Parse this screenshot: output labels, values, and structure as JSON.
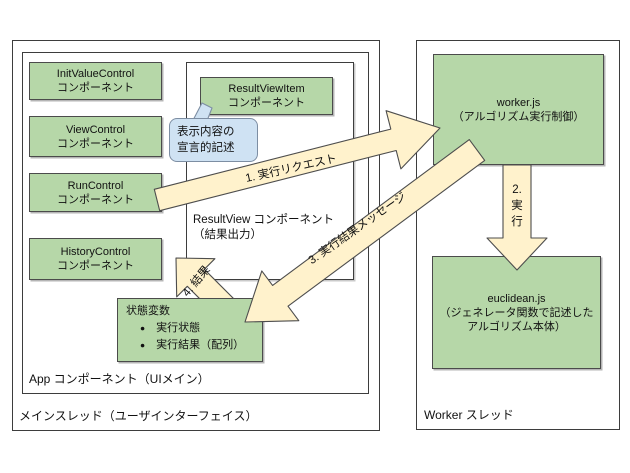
{
  "colors": {
    "box_green": "#b6d7a8",
    "arrow_yellow": "#fff2cc",
    "callout_blue": "#cfe2f3",
    "border_dark": "#3d3d3d"
  },
  "main_thread": {
    "label": "メインスレッド（ユーザインターフェイス）",
    "app": {
      "label": "App コンポーネント（UIメイン）",
      "components": [
        {
          "line1": "InitValueControl",
          "line2": "コンポーネント"
        },
        {
          "line1": "ViewControl",
          "line2": "コンポーネント"
        },
        {
          "line1": "RunControl",
          "line2": "コンポーネント"
        },
        {
          "line1": "HistoryControl",
          "line2": "コンポーネント"
        }
      ],
      "result_view": {
        "label_line1": "ResultView コンポーネント",
        "label_line2": "（結果出力）",
        "item": {
          "line1": "ResultViewItem",
          "line2": "コンポーネント"
        }
      },
      "state_box": {
        "title": "状態変数",
        "bullet": "●",
        "items": [
          "実行状態",
          "実行結果（配列）"
        ]
      }
    }
  },
  "worker_thread": {
    "label": "Worker スレッド",
    "worker_js": {
      "line1": "worker.js",
      "line2": "（アルゴリズム実行制御）"
    },
    "euclidean_js": {
      "line1": "euclidean.js",
      "line2": "（ジェネレータ関数で記述した",
      "line3": "アルゴリズム本体）"
    }
  },
  "callout": {
    "line1": "表示内容の",
    "line2": "宣言的記述"
  },
  "arrows": {
    "step1": {
      "label": "1. 実行リクエスト"
    },
    "step2": {
      "lines": [
        "2.",
        "実",
        "行"
      ]
    },
    "step3": {
      "label": "3. 実行結果メッセージ"
    },
    "step4": {
      "label": "4. 結果"
    }
  }
}
